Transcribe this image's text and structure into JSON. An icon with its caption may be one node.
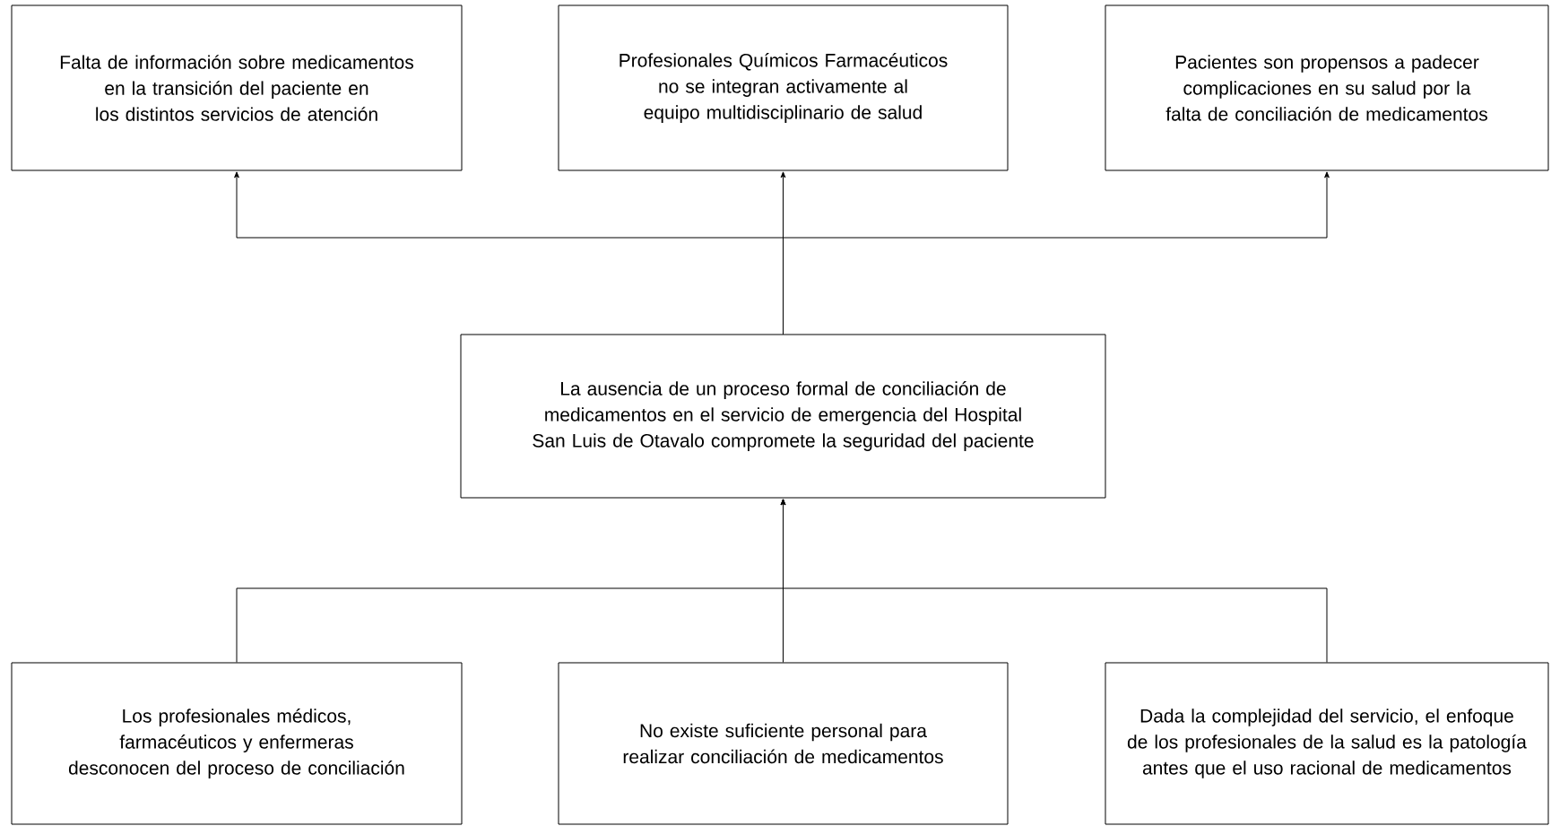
{
  "diagram": {
    "nodes": [
      {
        "text": [
          "Falta de información sobre medicamentos en la transición del paciente en los distintos servicios de atención"
        ]
      },
      {
        "text": [
          "Profesionales Químicos Farmacéuticos no se integran activamente al equipo multidisciplinario de salud"
        ]
      },
      {
        "text": [
          "Pacientes son propensos a padecer complicaciones en su salud por la falta de conciliación de medicamentos"
        ]
      },
      {
        "text": [
          "La ausencia de un proceso formal de conciliación de medicamentos en el servicio de emergencia del Hospital San Luis de Otavalo compromete la seguridad del paciente"
        ]
      },
      {
        "text": [
          "Los profesionales médicos, farmacéuticos y enfermeras desconocen del proceso de conciliación"
        ]
      },
      {
        "text": [
          "No existe suficiente personal para realizar conciliación de medicamentos"
        ]
      },
      {
        "text": [
          "Dada la complejidad del servicio, el enfoque de los profesionales de la salud es la patología antes que el uso racional de medicamentos"
        ]
      }
    ],
    "edges": [
      {
        "from": 3,
        "to": 0,
        "arrow": "to"
      },
      {
        "from": 3,
        "to": 1,
        "arrow": "to"
      },
      {
        "from": 3,
        "to": 2,
        "arrow": "to"
      },
      {
        "from": 4,
        "to": 3,
        "arrow": "to"
      },
      {
        "from": 5,
        "to": 3,
        "arrow": "to"
      },
      {
        "from": 6,
        "to": 3,
        "arrow": "to"
      }
    ]
  }
}
